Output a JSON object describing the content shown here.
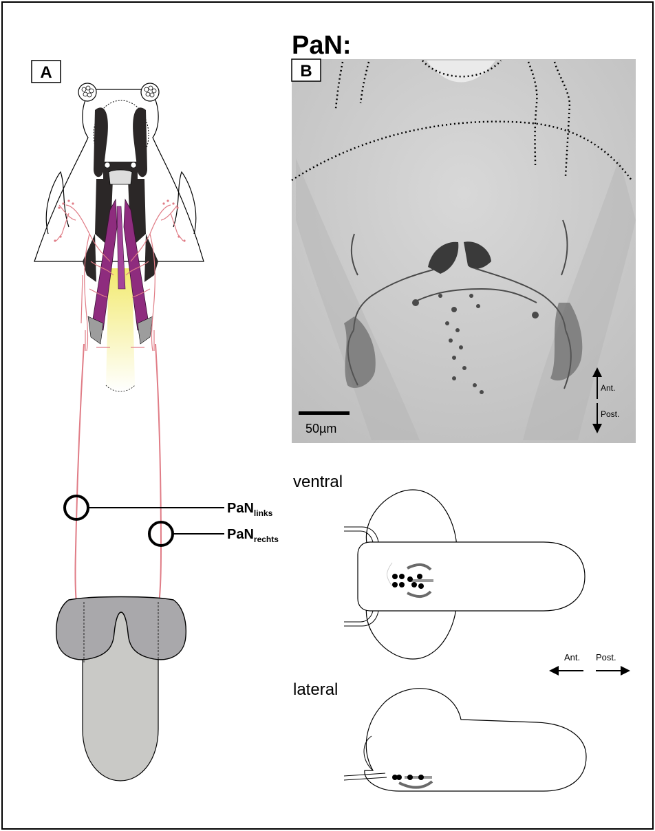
{
  "title": "PaN:",
  "panel_a": {
    "label": "A",
    "pan_links": {
      "main": "PaN",
      "sub": "links"
    },
    "pan_rechts": {
      "main": "PaN",
      "sub": "rechts"
    }
  },
  "panel_b": {
    "label": "B",
    "scale_bar": "50µm",
    "dir_ant": "Ant.",
    "dir_post": "Post."
  },
  "schematic": {
    "ventral_label": "ventral",
    "lateral_label": "lateral",
    "dir_ant": "Ant.",
    "dir_post": "Post."
  },
  "colors": {
    "nerve": "#e07c86",
    "muscle": "#8e2c7e",
    "gut_yellow": "#f4ec8a",
    "ganglion_gray": "#a9a8ab",
    "body_gray": "#c9c9c6",
    "photo_bg": "#c8c8c8"
  }
}
